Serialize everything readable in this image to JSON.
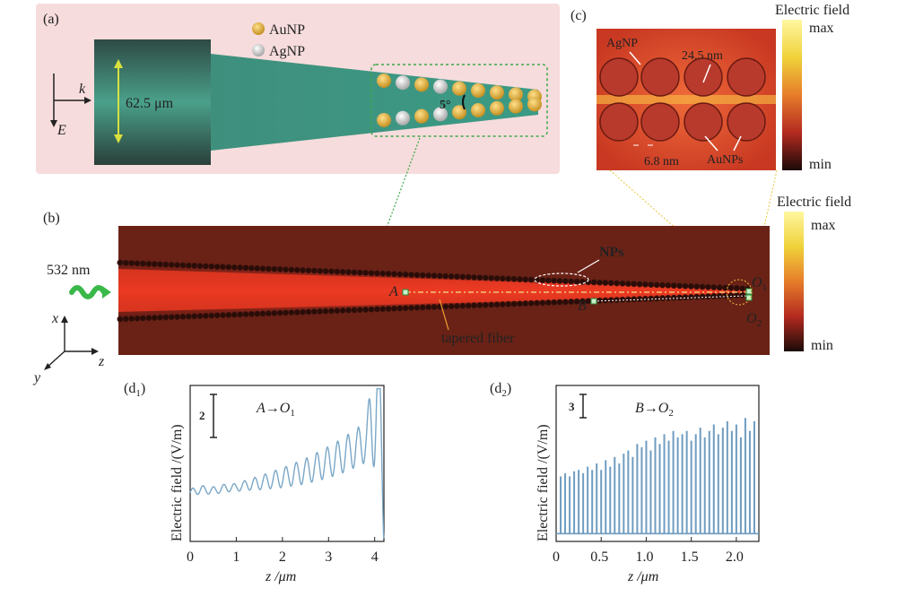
{
  "panel_a": {
    "label": "(a)",
    "legend": [
      {
        "label": "AuNP",
        "color": "#d4a032"
      },
      {
        "label": "AgNP",
        "color": "#c8c8c8"
      }
    ],
    "k_label": "k",
    "e_label": "E",
    "diameter_label": "62.5 μm",
    "angle_label": "5°"
  },
  "panel_b": {
    "label": "(b)",
    "wavelength_label": "532 nm",
    "nps_label": "NPs",
    "fiber_label": "tapered fiber",
    "point_A": "A",
    "point_B": "B",
    "point_O1": "O",
    "point_O1_sub": "1",
    "point_O2": "O",
    "point_O2_sub": "2",
    "axis_x": "x",
    "axis_y": "y",
    "axis_z": "z",
    "colorbar_title": "Electric field",
    "colorbar_max": "max",
    "colorbar_min": "min"
  },
  "panel_c": {
    "label": "(c)",
    "agnp_label": "AgNP",
    "size_label": "24.5 nm",
    "gap_label": "6.8 nm",
    "aunps_label": "AuNPs",
    "colorbar_title": "Electric field",
    "colorbar_max": "max",
    "colorbar_min": "min"
  },
  "chart_data": [
    {
      "type": "line",
      "panel_label": "(d",
      "panel_sub": "1",
      "annotation": "A→O",
      "annotation_sub": "1",
      "scale_bar_label": "2",
      "ylabel": "Electric field /(V/m)",
      "xlabel": "z /μm",
      "x_ticks": [
        0,
        1,
        2,
        3,
        4
      ],
      "xlim": [
        0,
        4.2
      ],
      "ylim": [
        0,
        24
      ],
      "series": [
        {
          "color": "#7aa7c7",
          "x": [
            0,
            0.25,
            0.5,
            0.75,
            1,
            1.25,
            1.5,
            1.75,
            2,
            2.25,
            2.5,
            2.75,
            3,
            3.25,
            3.5,
            3.75,
            3.85,
            3.9,
            3.95,
            4.0,
            4.05,
            4.1,
            4.15,
            4.2
          ],
          "y": [
            7.5,
            8,
            7.8,
            8.2,
            8.3,
            8.7,
            9,
            9.4,
            9.8,
            10.3,
            10.8,
            11.5,
            12.2,
            13,
            14,
            15,
            16,
            17.5,
            18,
            20,
            22,
            19,
            14,
            8
          ]
        }
      ]
    },
    {
      "type": "line",
      "panel_label": "(d",
      "panel_sub": "2",
      "annotation": "B→O",
      "annotation_sub": "2",
      "scale_bar_label": "3",
      "ylabel": "Electric field /(V/m)",
      "xlabel": "z /μm",
      "x_ticks": [
        0,
        0.5,
        1.0,
        1.5,
        2.0
      ],
      "x_tick_labels": [
        "0",
        "0.5",
        "1.0",
        "1.5",
        "2.0"
      ],
      "xlim": [
        0,
        2.25
      ],
      "ylim": [
        0,
        24
      ],
      "series": [
        {
          "color": "#6f9cc0",
          "x": [
            0.05,
            0.1,
            0.15,
            0.2,
            0.25,
            0.3,
            0.35,
            0.4,
            0.45,
            0.5,
            0.55,
            0.6,
            0.65,
            0.7,
            0.75,
            0.8,
            0.85,
            0.9,
            0.95,
            1.0,
            1.05,
            1.1,
            1.15,
            1.2,
            1.25,
            1.3,
            1.35,
            1.4,
            1.45,
            1.5,
            1.55,
            1.6,
            1.65,
            1.7,
            1.75,
            1.8,
            1.85,
            1.9,
            1.95,
            2.0,
            2.05,
            2.1,
            2.15,
            2.2
          ],
          "y": [
            10,
            10.5,
            10,
            10.8,
            11,
            10.5,
            11.5,
            11,
            12,
            11,
            12.5,
            11.5,
            13,
            12,
            13.5,
            14,
            13,
            15,
            14.5,
            15.5,
            14,
            16,
            15,
            16.5,
            15.5,
            17,
            16,
            16.5,
            17,
            15.5,
            16.5,
            17.5,
            16,
            17,
            18,
            16.5,
            17.5,
            18.5,
            17,
            18,
            16,
            19,
            17,
            18.5
          ]
        }
      ]
    }
  ]
}
